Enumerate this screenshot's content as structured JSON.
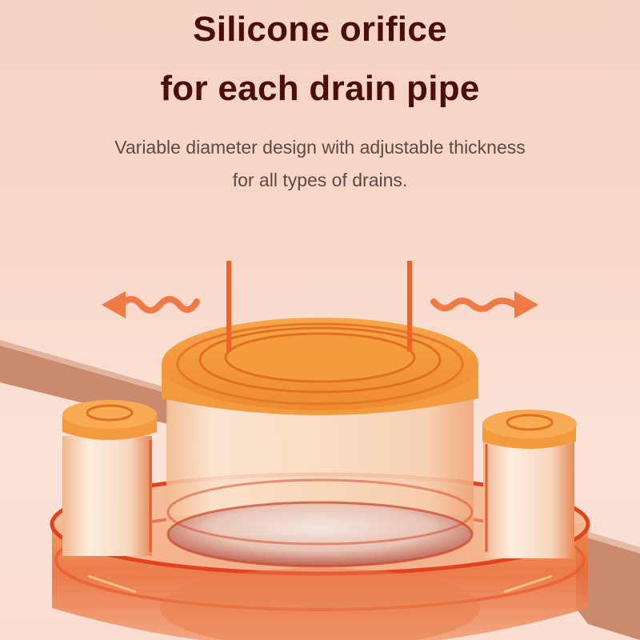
{
  "headline": {
    "line1": "Silicone orifice",
    "line2": "for each drain pipe"
  },
  "subtitle": {
    "line1": "Variable diameter design with adjustable thickness",
    "line2": "for all types of drains."
  },
  "illustration": {
    "subject": "drain stopper with silicone orifice caps",
    "icons": [
      "arrow-left-wavy-icon",
      "arrow-right-wavy-icon"
    ],
    "colors": {
      "background": "#f6d3c2",
      "headline": "#4a0f0c",
      "subtitle": "#5b4a45",
      "silicone_orange": "#f39a3c",
      "indicator_line": "#f0622a",
      "arrow": "#f07a45",
      "counter_band": "#c98a6e",
      "amber_body": "#e6703a"
    }
  }
}
